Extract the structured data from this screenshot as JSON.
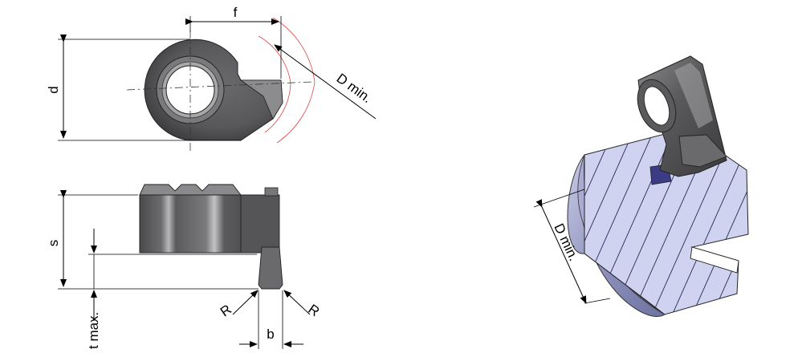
{
  "top_view": {
    "f": "f",
    "d": "d",
    "dmin": "D min."
  },
  "side_view": {
    "s": "s",
    "tmax": "t max.",
    "r_left": "R",
    "r_right": "R",
    "b": "b"
  },
  "iso_view": {
    "dmin": "D min."
  }
}
